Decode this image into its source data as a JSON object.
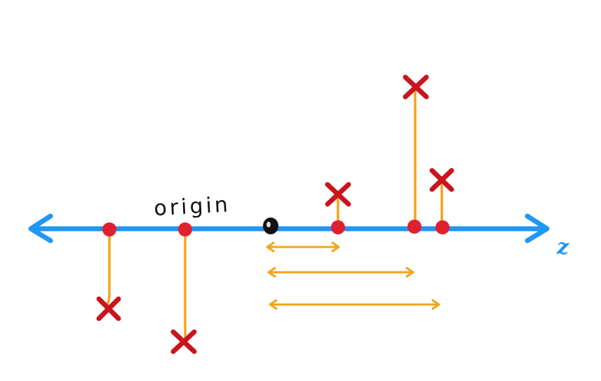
{
  "diagram": {
    "axis": {
      "label": "z",
      "color": "#2196f3"
    },
    "annotation": {
      "text": "origin"
    },
    "colors": {
      "point": "#e0202e",
      "stem": "#f5a31a",
      "cross": "#c8151e",
      "origin_marker": "#111111",
      "distance_arrow": "#f5a31a"
    },
    "points": [
      {
        "id": "p1",
        "direction": "down",
        "magnitude": "medium"
      },
      {
        "id": "p2",
        "direction": "down",
        "magnitude": "large"
      },
      {
        "id": "p3",
        "direction": "up",
        "magnitude": "small"
      },
      {
        "id": "p4",
        "direction": "up",
        "magnitude": "large"
      },
      {
        "id": "p5",
        "direction": "up",
        "magnitude": "small"
      }
    ],
    "distance_arrows": [
      {
        "from": "origin-marker",
        "to": "p3"
      },
      {
        "from": "origin-marker",
        "to": "p4"
      },
      {
        "from": "origin-marker",
        "to": "p5"
      }
    ]
  }
}
